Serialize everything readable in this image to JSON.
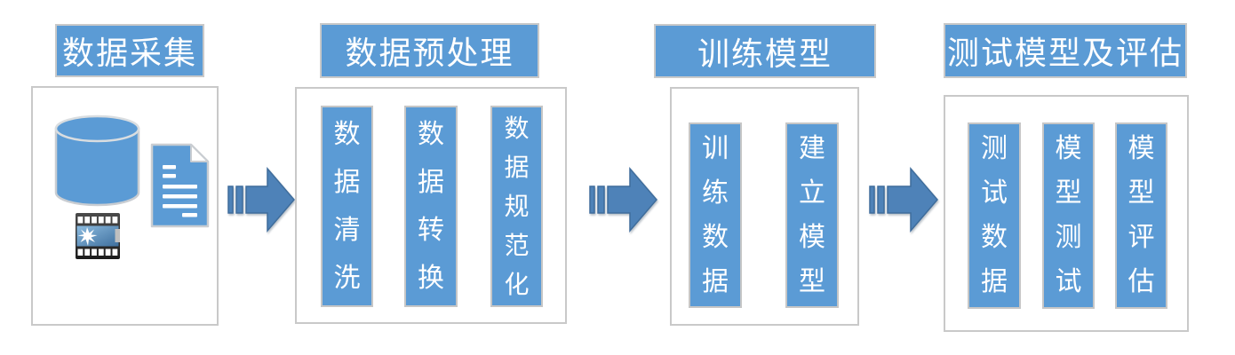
{
  "diagram": {
    "stages": [
      {
        "title": "数据采集",
        "icons": [
          "database-icon",
          "document-icon",
          "film-strip-icon"
        ],
        "items": []
      },
      {
        "title": "数据预处理",
        "items": [
          "数据清洗",
          "数据转换",
          "数据规范化"
        ]
      },
      {
        "title": "训练模型",
        "items": [
          "训练数据",
          "建立模型"
        ]
      },
      {
        "title": "测试模型及评估",
        "items": [
          "测试数据",
          "模型测试",
          "模型评估"
        ]
      }
    ],
    "arrows": [
      "flow-arrow-1",
      "flow-arrow-2",
      "flow-arrow-3"
    ],
    "colors": {
      "box_blue": "#5B9BD5",
      "arrow_blue": "#4E82B8",
      "arrow_border": "#3F6D9C",
      "border_gray": "#C9C9C9",
      "text_white": "#FFFFFF"
    }
  }
}
